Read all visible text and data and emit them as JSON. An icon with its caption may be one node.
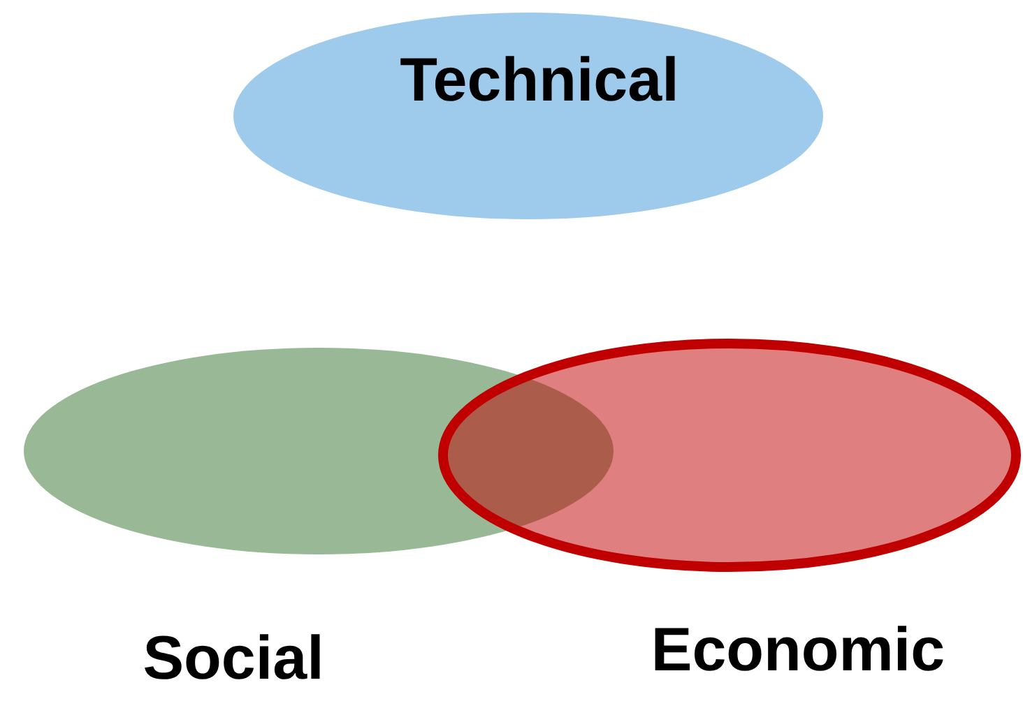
{
  "diagram": {
    "nodes": [
      {
        "text": [
          "Technical"
        ]
      },
      {
        "text": [
          "Social"
        ]
      },
      {
        "text": [
          "Economic"
        ]
      }
    ]
  }
}
